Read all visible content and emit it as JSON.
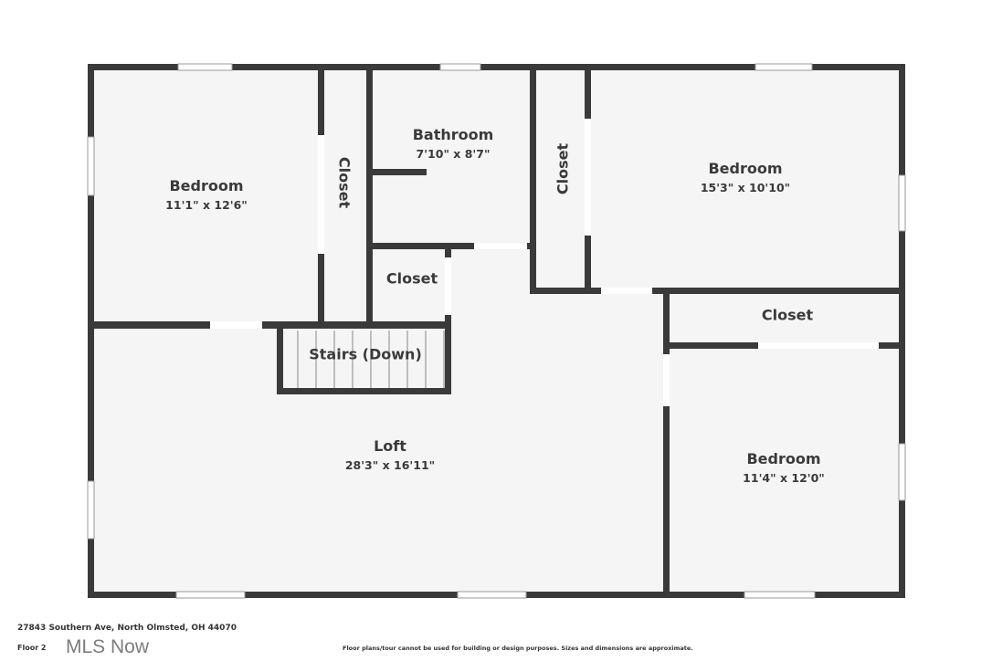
{
  "rooms": [
    {
      "name": "Bedroom",
      "dims": "11'1\" x 12'6\""
    },
    {
      "name": "Closet"
    },
    {
      "name": "Bathroom",
      "dims": "7'10\" x 8'7\""
    },
    {
      "name": "Closet"
    },
    {
      "name": "Bedroom",
      "dims": "15'3\" x 10'10\""
    },
    {
      "name": "Closet"
    },
    {
      "name": "Closet"
    },
    {
      "name": "Stairs (Down)"
    },
    {
      "name": "Loft",
      "dims": "28'3\" x 16'11\""
    },
    {
      "name": "Bedroom",
      "dims": "11'4\" x 12'0\""
    }
  ],
  "footer": {
    "address": "27843 Southern Ave, North Olmsted, OH 44070",
    "floor": "Floor 2",
    "disclaimer": "Floor plans/tour cannot be used for building or design purposes. Sizes and dimensions are approximate.",
    "watermark": "MLS Now"
  },
  "colors": {
    "wall": "#3a3a3a",
    "floor": "#f5f5f5"
  }
}
